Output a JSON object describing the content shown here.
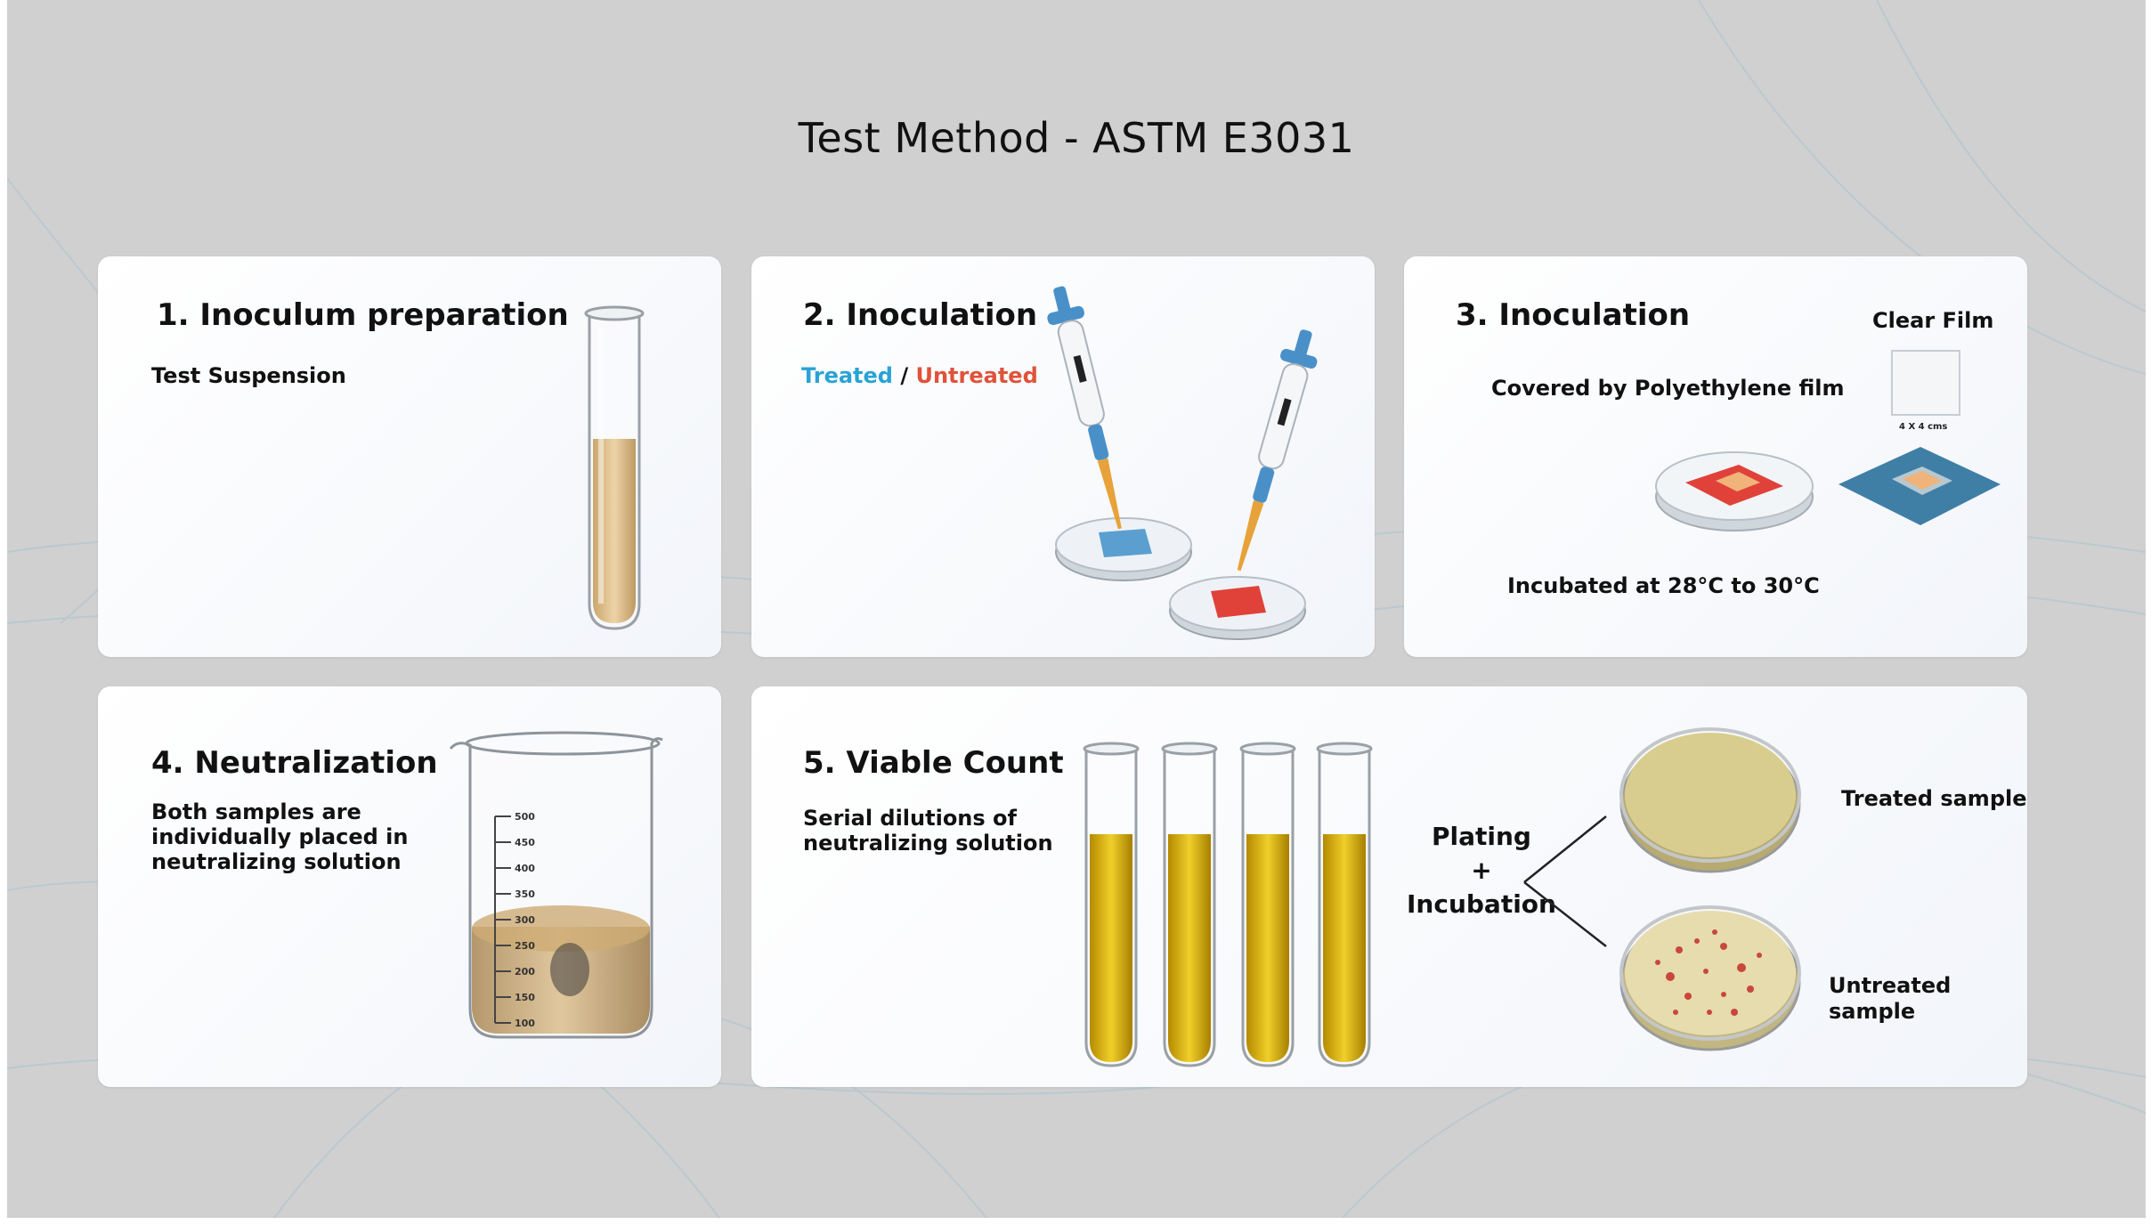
{
  "page_title": "Test Method -  ASTM E3031",
  "steps": [
    {
      "title": "1. Inoculum preparation",
      "text": "Test Suspension"
    },
    {
      "title": "2. Inoculation",
      "treated": "Treated",
      "separator": "/",
      "untreated": "Untreated"
    },
    {
      "title": "3. Inoculation",
      "film_label": "Clear Film",
      "covered": "Covered by Polyethylene film",
      "film_size": "4 X 4 cms",
      "incubated": "Incubated at 28°C to 30°C"
    },
    {
      "title": "4. Neutralization",
      "text_lines": [
        "Both samples are",
        "individually placed in",
        "neutralizing solution"
      ],
      "beaker_marks": [
        "500",
        "450",
        "400",
        "350",
        "300",
        "250",
        "200",
        "150",
        "100"
      ]
    },
    {
      "title": "5. Viable Count",
      "text_lines": [
        "Serial  dilutions of",
        "neutralizing solution"
      ],
      "plating": [
        "Plating",
        "+",
        "Incubation"
      ],
      "treated_sample": "Treated sample",
      "untreated_sample": "Untreated sample"
    }
  ],
  "colors": {
    "treated": "#2aa3d4",
    "untreated": "#e0523a"
  }
}
